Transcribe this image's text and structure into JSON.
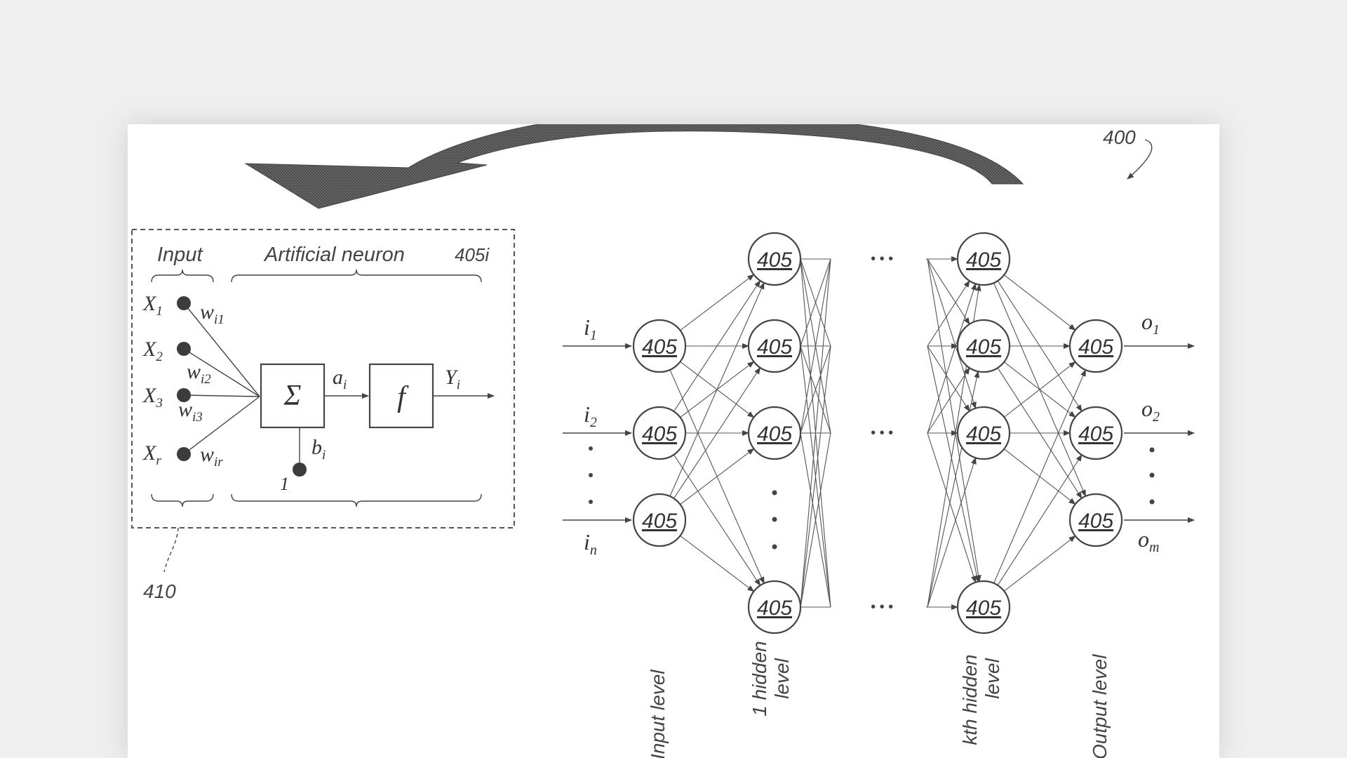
{
  "figure": {
    "ref": "400",
    "inset_ref": "410",
    "neuron_ref": "405i",
    "node_label": "405"
  },
  "neuron": {
    "input_title": "Input",
    "neuron_title": "Artificial neuron",
    "inputs": [
      {
        "x": "X",
        "x_sub": "1",
        "w": "w",
        "w_sub": "i1"
      },
      {
        "x": "X",
        "x_sub": "2",
        "w": "w",
        "w_sub": "i2"
      },
      {
        "x": "X",
        "x_sub": "3",
        "w": "w",
        "w_sub": "i3"
      },
      {
        "x": "X",
        "x_sub": "r",
        "w": "w",
        "w_sub": "ir"
      }
    ],
    "sum_symbol": "Σ",
    "func_symbol": "f",
    "activation": "a",
    "activation_sub": "i",
    "output": "Y",
    "output_sub": "i",
    "bias": "b",
    "bias_sub": "i",
    "bias_input": "1"
  },
  "network": {
    "inputs": [
      {
        "t": "i",
        "s": "1"
      },
      {
        "t": "i",
        "s": "2"
      },
      {
        "t": "i",
        "s": "n"
      }
    ],
    "outputs": [
      {
        "t": "o",
        "s": "1"
      },
      {
        "t": "o",
        "s": "2"
      },
      {
        "t": "o",
        "s": "m"
      }
    ],
    "ellipsis": "• • •",
    "levels": {
      "input": "Input level",
      "hidden1_line1": "1 hidden",
      "hidden1_line2": "level",
      "hiddenk_line1": "kth hidden",
      "hiddenk_line2": "level",
      "output": "Output level"
    }
  }
}
